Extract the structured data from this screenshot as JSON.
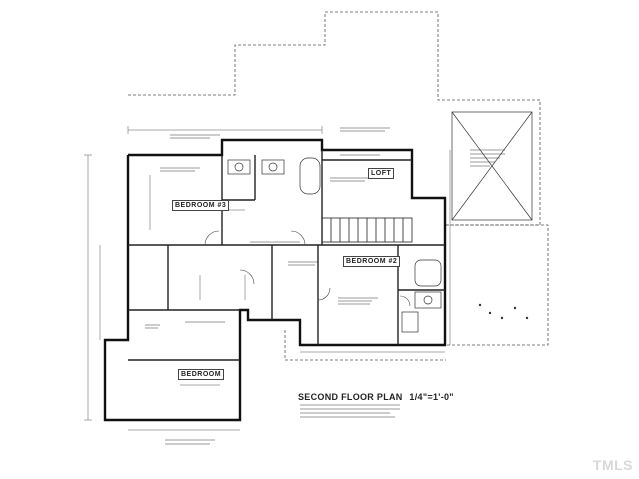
{
  "plan": {
    "title": "SECOND FLOOR PLAN",
    "scale": "1/4\"=1'-0\"",
    "rooms": {
      "bedroom_upper_left": "BEDROOM #3",
      "loft": "LOFT",
      "bedroom_right": "BEDROOM #2",
      "bedroom_lower_left": "BEDROOM"
    }
  },
  "watermark": "TMLS"
}
